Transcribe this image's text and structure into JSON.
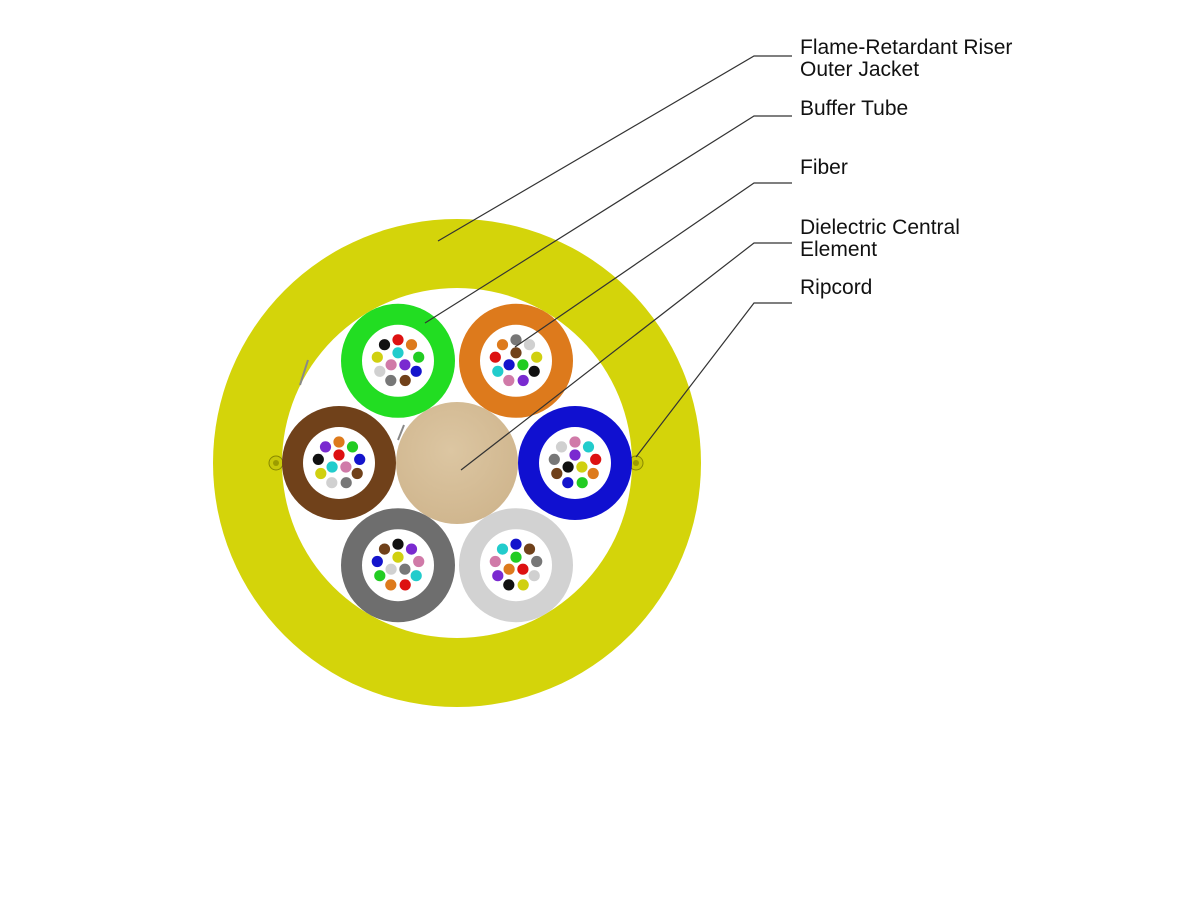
{
  "labels": {
    "jacket": [
      "Flame-Retardant Riser",
      "Outer Jacket"
    ],
    "buffer_tube": "Buffer Tube",
    "fiber": "Fiber",
    "central_element": [
      "Dielectric Central",
      "Element"
    ],
    "ripcord": "Ripcord"
  },
  "colors": {
    "jacket": "#d4d40a",
    "central_element": "#d6bd96",
    "leader_line": "#333333",
    "buffer_tubes": [
      "#22dd22",
      "#dd7a1c",
      "#1010d0",
      "#d2d2d2",
      "#6e6e6e",
      "#70411a"
    ],
    "fiber_colors": [
      "#dd1111",
      "#dd7a1c",
      "#22cc22",
      "#1414cc",
      "#70411a",
      "#777777",
      "#d0d0d0",
      "#d0d010",
      "#111111",
      "#7a2ad0",
      "#d07aa8",
      "#22cccc"
    ]
  },
  "icons": {
    "ripcord": "ripcord-dot-icon"
  }
}
